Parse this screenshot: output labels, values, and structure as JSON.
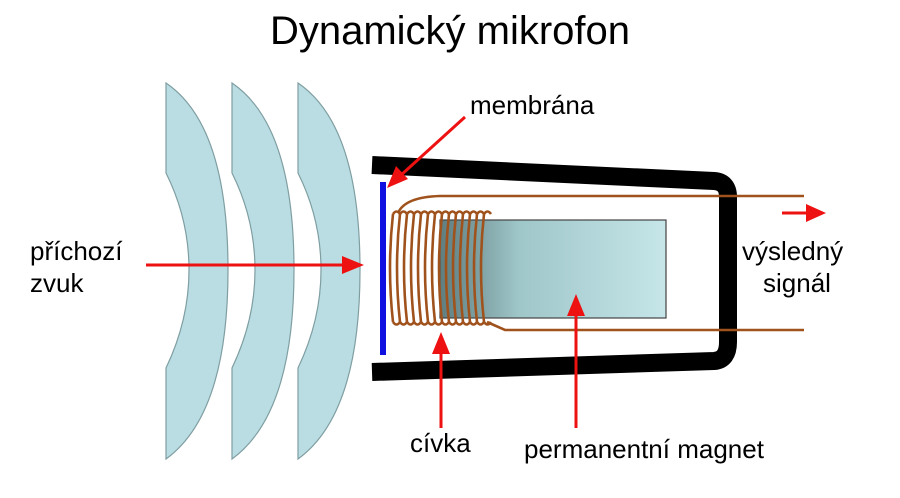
{
  "title": "Dynamický mikrofon",
  "labels": {
    "membrane": "membrána",
    "incoming_1": "příchozí",
    "incoming_2": "zvuk",
    "output_1": "výsledný",
    "output_2": "signál",
    "coil": "cívka",
    "magnet": "permanentní magnet"
  },
  "colors": {
    "wave_fill": "#b9dde2",
    "wave_stroke": "#7f9ea2",
    "membrane": "#1010e0",
    "coil": "#a0521d",
    "magnet_light": "#c3e3e6",
    "magnet_dark": "#5e7e80",
    "arrow": "#ee1111",
    "housing": "#000000"
  }
}
